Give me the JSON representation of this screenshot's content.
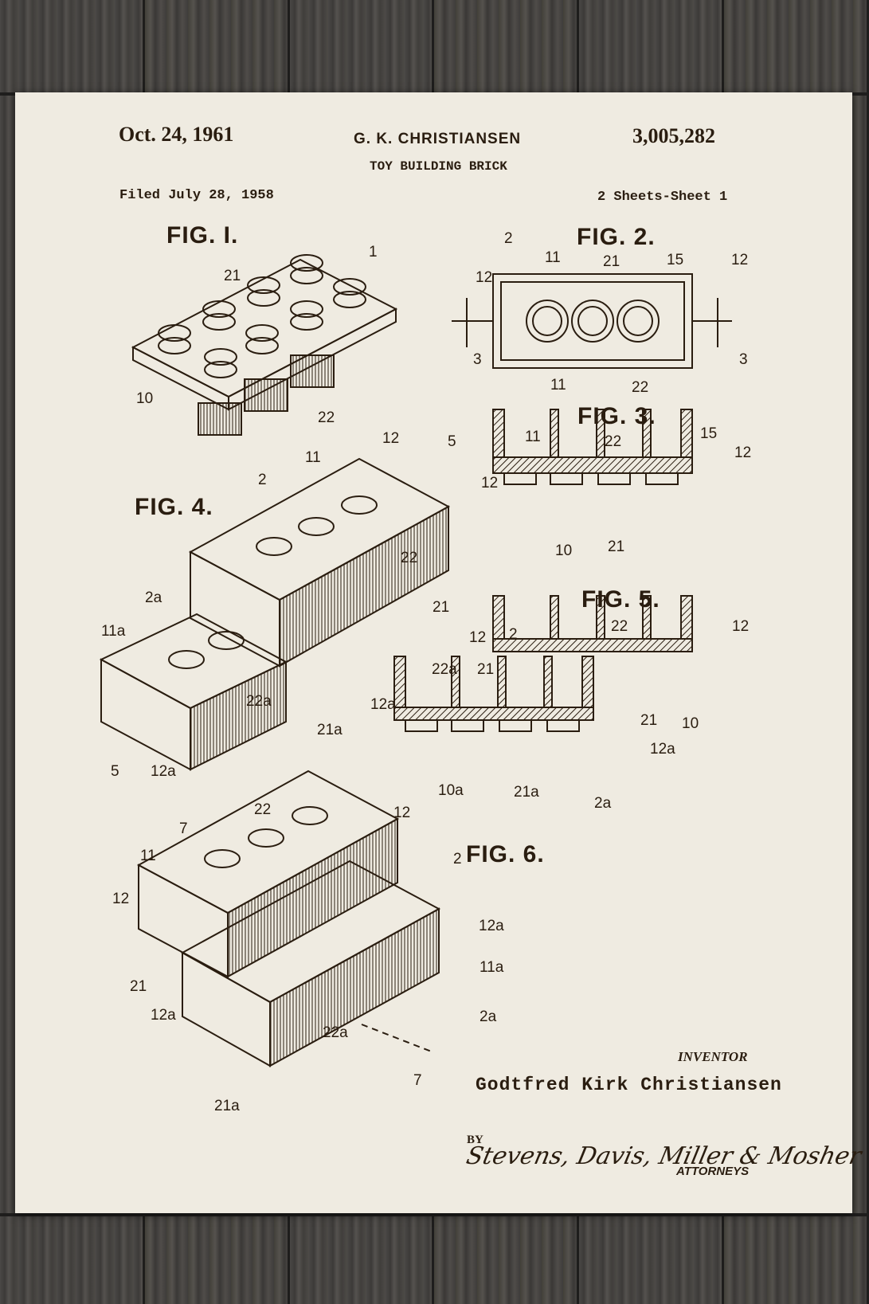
{
  "header": {
    "date": "Oct. 24, 1961",
    "inventor_short": "G. K. CHRISTIANSEN",
    "patent_number": "3,005,282",
    "title": "TOY BUILDING BRICK",
    "filed": "Filed July 28, 1958",
    "sheets": "2 Sheets-Sheet 1"
  },
  "figures": {
    "fig1": "FIG. I.",
    "fig2": "FIG. 2.",
    "fig3": "FIG. 3.",
    "fig4": "FIG. 4.",
    "fig5": "FIG. 5.",
    "fig6": "FIG. 6."
  },
  "labels": {
    "fig1": [
      "1",
      "21",
      "10",
      "22"
    ],
    "fig2": [
      "2",
      "11",
      "21",
      "15",
      "12",
      "12",
      "3",
      "3",
      "11",
      "22"
    ],
    "fig3": [
      "11",
      "22",
      "15",
      "12",
      "12",
      "10",
      "21"
    ],
    "fig4": [
      "12",
      "5",
      "11",
      "2",
      "22",
      "21",
      "2a",
      "11a",
      "22a",
      "21a",
      "5",
      "12a"
    ],
    "fig5": [
      "2",
      "22",
      "12",
      "12",
      "22a",
      "21",
      "12a",
      "21",
      "10",
      "12a",
      "10a",
      "21a",
      "2a"
    ],
    "fig6": [
      "22",
      "12",
      "7",
      "11",
      "2",
      "12",
      "12a",
      "11a",
      "21",
      "12a",
      "22a",
      "2a",
      "7",
      "21a"
    ]
  },
  "footer": {
    "inventor_label": "INVENTOR",
    "inventor_name": "Godtfred Kirk Christiansen",
    "by": "BY",
    "signature": "Stevens, Davis, Miller & Mosher",
    "attorneys": "ATTORNEYS"
  }
}
